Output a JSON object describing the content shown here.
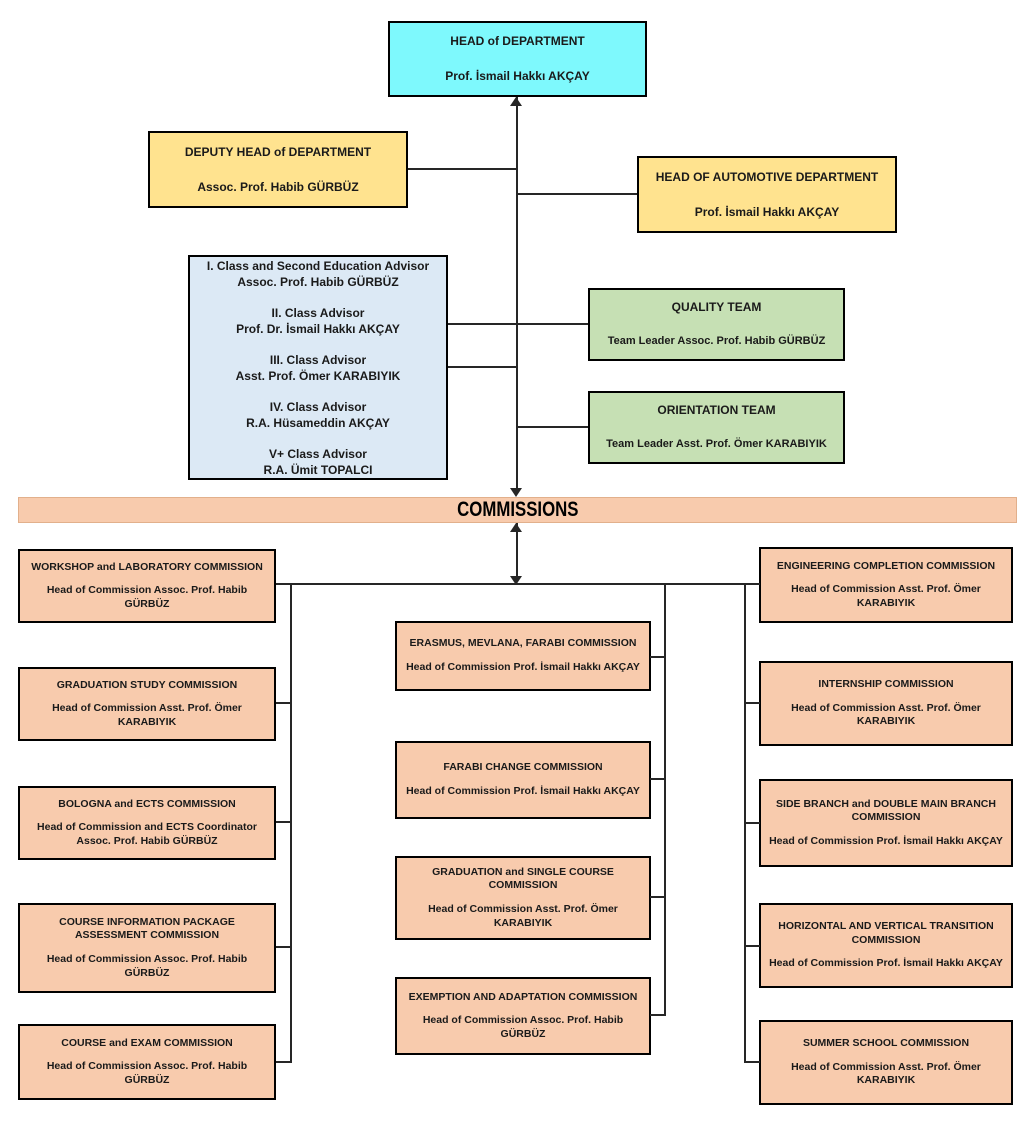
{
  "banner": {
    "label": "COMMISSIONS"
  },
  "nodes": {
    "head": {
      "title": "HEAD of DEPARTMENT",
      "name": "Prof. İsmail Hakkı AKÇAY"
    },
    "deputy": {
      "title": "DEPUTY HEAD of DEPARTMENT",
      "name": "Assoc. Prof. Habib GÜRBÜZ"
    },
    "automotive": {
      "title": "HEAD OF AUTOMOTIVE DEPARTMENT",
      "name": "Prof. İsmail Hakkı AKÇAY"
    },
    "quality": {
      "title": "QUALITY TEAM",
      "name": "Team Leader Assoc. Prof. Habib GÜRBÜZ"
    },
    "orientation": {
      "title": "ORIENTATION TEAM",
      "name": "Team Leader Asst. Prof. Ömer KARABIYIK"
    }
  },
  "advisors": {
    "items": [
      {
        "role": "I. Class and Second Education Advisor",
        "name": "Assoc. Prof. Habib GÜRBÜZ"
      },
      {
        "role": "II. Class Advisor",
        "name": "Prof. Dr. İsmail Hakkı AKÇAY"
      },
      {
        "role": "III. Class Advisor",
        "name": "Asst. Prof. Ömer KARABIYIK"
      },
      {
        "role": "IV. Class Advisor",
        "name": "R.A. Hüsameddin AKÇAY"
      },
      {
        "role": "V+ Class Advisor",
        "name": "R.A. Ümit TOPALCI"
      }
    ]
  },
  "commissions": {
    "left": [
      {
        "title": "WORKSHOP and LABORATORY COMMISSION",
        "head": "Head of Commission Assoc. Prof. Habib GÜRBÜZ"
      },
      {
        "title": "GRADUATION STUDY COMMISSION",
        "head": "Head of Commission Asst. Prof. Ömer KARABIYIK"
      },
      {
        "title": "BOLOGNA and ECTS COMMISSION",
        "head": "Head of Commission and ECTS Coordinator Assoc. Prof. Habib GÜRBÜZ"
      },
      {
        "title": "COURSE INFORMATION PACKAGE ASSESSMENT COMMISSION",
        "head": "Head of Commission Assoc. Prof. Habib GÜRBÜZ"
      },
      {
        "title": "COURSE and EXAM COMMISSION",
        "head": "Head of Commission Assoc. Prof. Habib GÜRBÜZ"
      }
    ],
    "center": [
      {
        "title": "ERASMUS, MEVLANA, FARABI COMMISSION",
        "head": "Head of Commission Prof. İsmail Hakkı AKÇAY"
      },
      {
        "title": "FARABI CHANGE COMMISSION",
        "head": "Head of Commission Prof. İsmail Hakkı AKÇAY"
      },
      {
        "title": "GRADUATION and SINGLE COURSE COMMISSION",
        "head": "Head of Commission Asst. Prof. Ömer KARABIYIK"
      },
      {
        "title": "EXEMPTION AND ADAPTATION COMMISSION",
        "head": "Head of Commission Assoc. Prof. Habib GÜRBÜZ"
      }
    ],
    "right": [
      {
        "title": "ENGINEERING COMPLETION COMMISSION",
        "head": "Head of Commission Asst. Prof. Ömer KARABIYIK"
      },
      {
        "title": "INTERNSHIP COMMISSION",
        "head": "Head of Commission Asst. Prof. Ömer KARABIYIK"
      },
      {
        "title": "SIDE BRANCH and DOUBLE MAIN BRANCH COMMISSION",
        "head": "Head of Commission Prof. İsmail Hakkı AKÇAY"
      },
      {
        "title": "HORIZONTAL AND VERTICAL TRANSITION COMMISSION",
        "head": "Head of Commission Prof. İsmail Hakkı AKÇAY"
      },
      {
        "title": "SUMMER SCHOOL COMMISSION",
        "head": "Head of Commission Asst. Prof. Ömer KARABIYIK"
      }
    ]
  },
  "colors": {
    "head_fill": "#7EF9FD",
    "deputy_fill": "#FFE38F",
    "advisors_fill": "#DCE9F5",
    "team_fill": "#C6E0B4",
    "commission_fill": "#F8CBAD",
    "line": "#262626"
  }
}
